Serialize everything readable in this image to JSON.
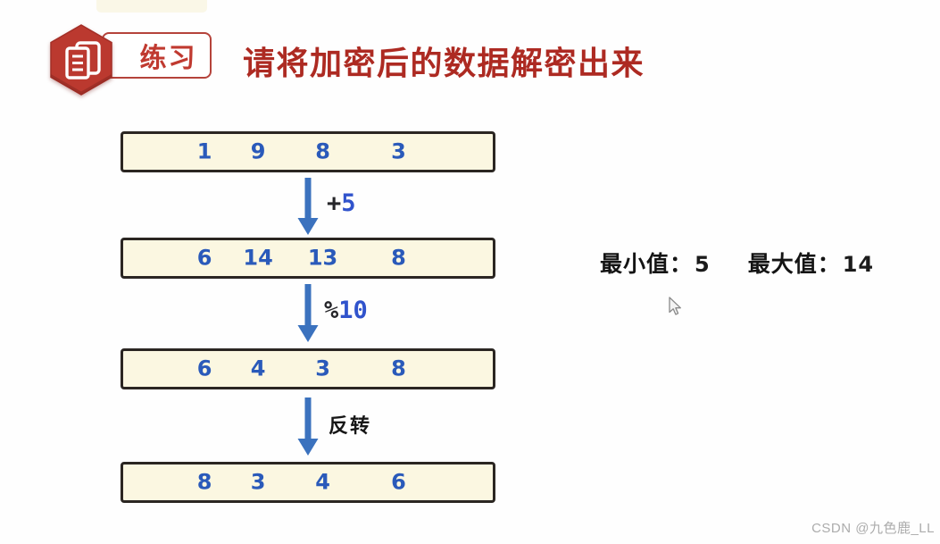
{
  "colors": {
    "title_red": "#ad2a22",
    "badge_red": "#bb392f",
    "badge_border_red": "#b5433b",
    "box_fill": "#fbf7e1",
    "box_border": "#2b2622",
    "number_blue": "#2a5aba",
    "arrow_blue": "#3b72be",
    "operation_blue": "#3053cc",
    "operation_dark": "#26262a"
  },
  "header": {
    "badge_label": "练习",
    "title": "请将加密后的数据解密出来"
  },
  "flow": {
    "boxes": [
      {
        "values": [
          "1",
          "9",
          "8",
          "3"
        ]
      },
      {
        "values": [
          "6",
          "14",
          "13",
          "8"
        ]
      },
      {
        "values": [
          "6",
          "4",
          "3",
          "8"
        ]
      },
      {
        "values": [
          "8",
          "3",
          "4",
          "6"
        ]
      }
    ],
    "operations": [
      {
        "prefix": "+",
        "value": "5"
      },
      {
        "prefix": "%",
        "value": "10"
      },
      {
        "prefix": "反转",
        "value": ""
      }
    ]
  },
  "stats": {
    "min_label": "最小值：",
    "min_value": "5",
    "max_label": "最大值：",
    "max_value": "14"
  },
  "watermark": "CSDN @九色鹿_LL"
}
